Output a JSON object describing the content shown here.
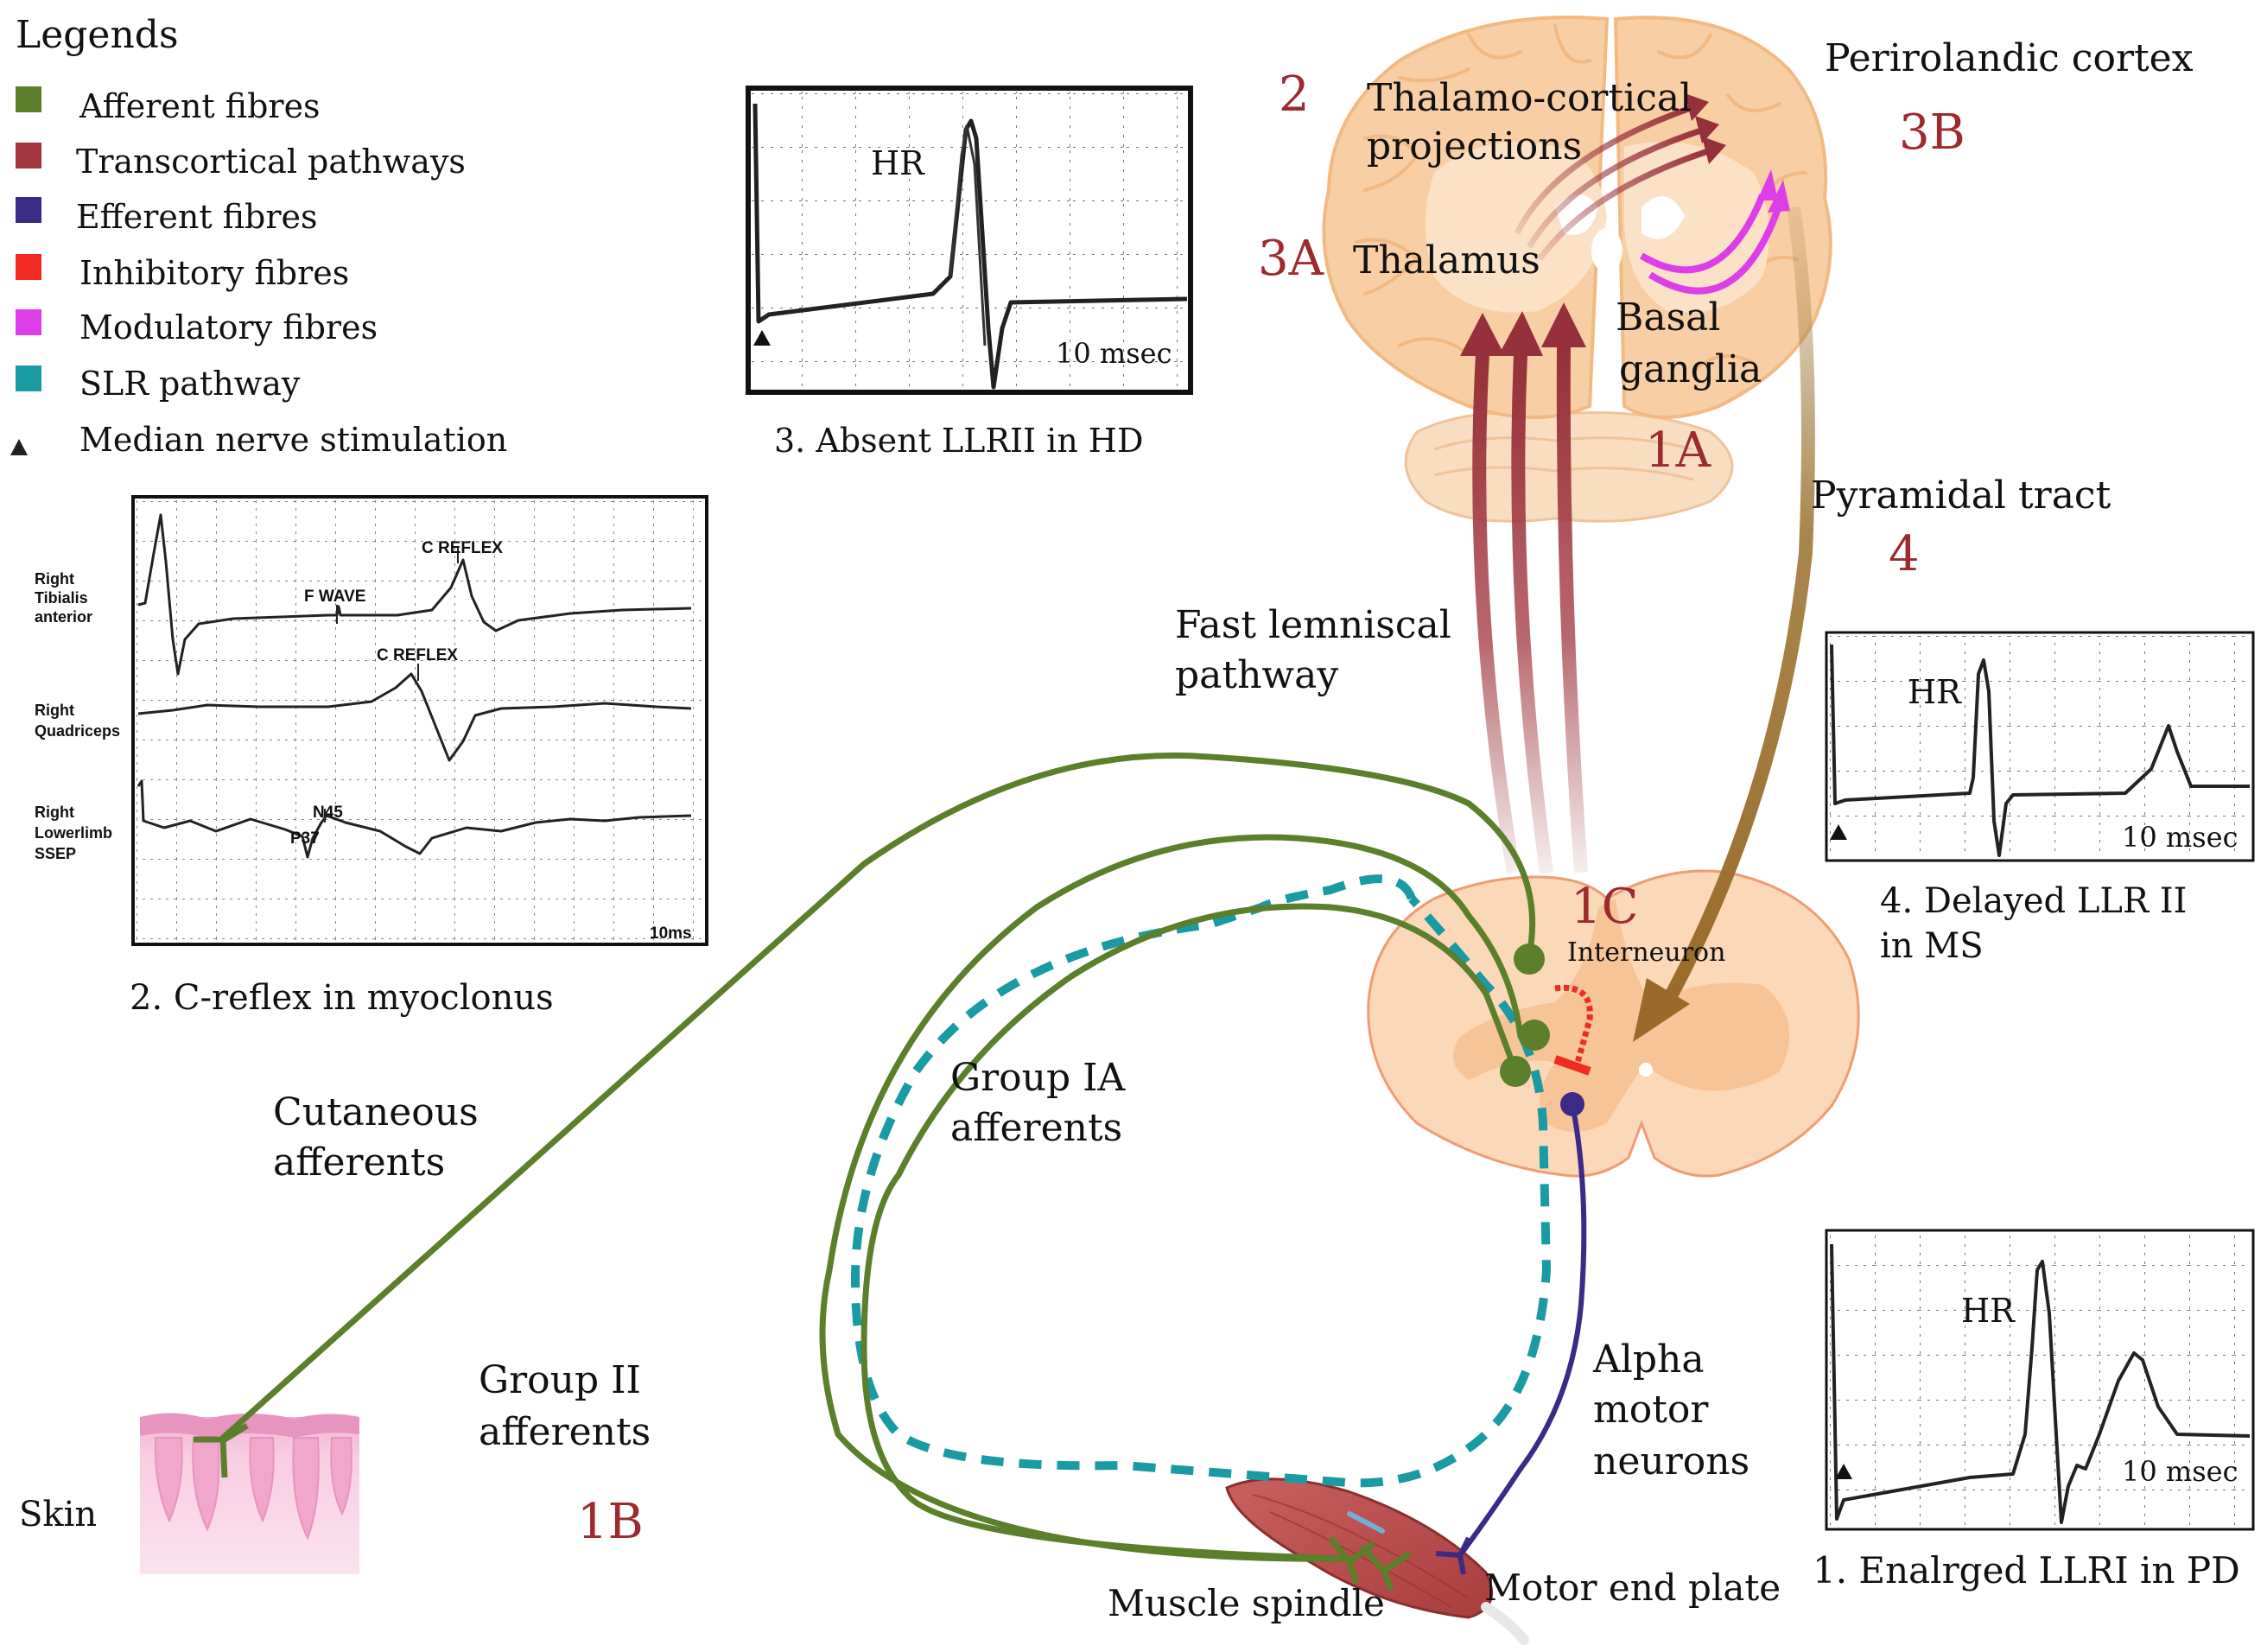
{
  "legend": {
    "title": "Legends",
    "items": [
      {
        "label": "Afferent fibres",
        "color": "#5b7f2b",
        "icon": "square-swatch"
      },
      {
        "label": "Transcortical pathways",
        "color": "#a0353d",
        "icon": "square-swatch"
      },
      {
        "label": "Efferent fibres",
        "color": "#3b2a86",
        "icon": "square-swatch"
      },
      {
        "label": "Inhibitory fibres",
        "color": "#f12a22",
        "icon": "square-swatch"
      },
      {
        "label": "Modulatory fibres",
        "color": "#de3ee8",
        "icon": "square-swatch"
      },
      {
        "label": "SLR pathway",
        "color": "#1a9aa3",
        "icon": "square-swatch"
      },
      {
        "label": "Median nerve stimulation",
        "color": "#222222",
        "icon": "triangle-marker"
      }
    ]
  },
  "brain": {
    "label_2": "2",
    "thalamocortical_line1": "Thalamo-cortical",
    "thalamocortical_line2": "projections",
    "perirolandic": "Perirolandic cortex",
    "label_3b": "3B",
    "label_3a": "3A",
    "thalamus": "Thalamus",
    "basal_line1": "Basal",
    "basal_line2": "ganglia",
    "label_1a": "1A",
    "pyramidal": "Pyramidal tract",
    "label_4": "4"
  },
  "pathways": {
    "fast_lemniscal_line1": "Fast lemniscal",
    "fast_lemniscal_line2": "pathway",
    "cutaneous_line1": "Cutaneous",
    "cutaneous_line2": "afferents",
    "group_ia_line1": "Group IA",
    "group_ia_line2": "afferents",
    "group_ii_line1": "Group II",
    "group_ii_line2": "afferents",
    "label_1b": "1B",
    "alpha_line1": "Alpha",
    "alpha_line2": "motor",
    "alpha_line3": "neurons",
    "skin": "Skin",
    "muscle_spindle": "Muscle spindle",
    "motor_end_plate": "Motor end plate"
  },
  "spinal_cord": {
    "label_1c": "1C",
    "interneuron": "Interneuron"
  },
  "panel_hd": {
    "wave_label": "HR",
    "time_scale": "10 msec",
    "caption": "3. Absent LLRII in HD"
  },
  "panel_myoclonus": {
    "rows": [
      {
        "line1": "Right",
        "line2": "Tibialis",
        "line3": "anterior"
      },
      {
        "line1": "Right",
        "line2": "Quadriceps",
        "line3": ""
      },
      {
        "line1": "Right",
        "line2": "Lowerlimb",
        "line3": "SSEP"
      }
    ],
    "marks": {
      "c_reflex_1": "C REFLEX",
      "f_wave": "F WAVE",
      "c_reflex_2": "C REFLEX",
      "n45": "N45",
      "p37": "P37"
    },
    "time_scale": "10ms",
    "caption": "2. C-reflex in myoclonus"
  },
  "panel_ms": {
    "wave_label": "HR",
    "time_scale": "10 msec",
    "caption_line1": "4. Delayed LLR II",
    "caption_line2": "in MS"
  },
  "panel_pd": {
    "wave_label": "HR",
    "time_scale": "10 msec",
    "caption": "1. Enalrged LLRI in PD"
  }
}
